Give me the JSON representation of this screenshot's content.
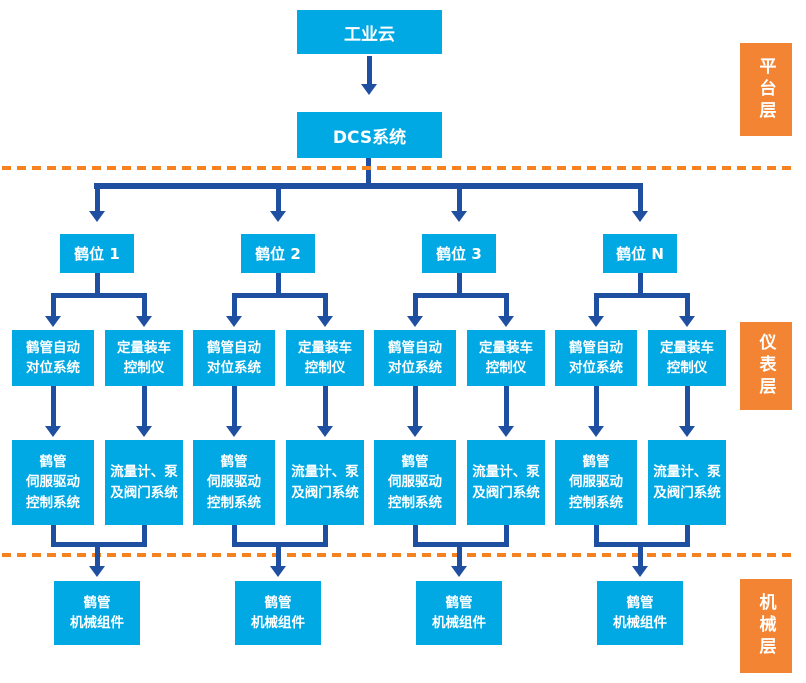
{
  "palette": {
    "box_cyan": "#00a9e4",
    "connector_blue": "#1f4fa0",
    "layer_label_orange": "#f28433",
    "dashed_line_orange": "#f5821f",
    "text_white": "#ffffff"
  },
  "top": {
    "cloud": "工业云",
    "dcs": "DCS系统"
  },
  "layers": [
    {
      "label": "平台层"
    },
    {
      "label": "仪表层"
    },
    {
      "label": "机械层"
    }
  ],
  "columns": [
    {
      "station": "鹤位 1",
      "left_top": "鹤管自动\n对位系统",
      "right_top": "定量装车\n控制仪",
      "left_mid": "鹤管\n伺服驱动\n控制系统",
      "right_mid": "流量计、泵\n及阀门系统",
      "bottom": "鹤管\n机械组件"
    },
    {
      "station": "鹤位 2",
      "left_top": "鹤管自动\n对位系统",
      "right_top": "定量装车\n控制仪",
      "left_mid": "鹤管\n伺服驱动\n控制系统",
      "right_mid": "流量计、泵\n及阀门系统",
      "bottom": "鹤管\n机械组件"
    },
    {
      "station": "鹤位 3",
      "left_top": "鹤管自动\n对位系统",
      "right_top": "定量装车\n控制仪",
      "left_mid": "鹤管\n伺服驱动\n控制系统",
      "right_mid": "流量计、泵\n及阀门系统",
      "bottom": "鹤管\n机械组件"
    },
    {
      "station": "鹤位 N",
      "left_top": "鹤管自动\n对位系统",
      "right_top": "定量装车\n控制仪",
      "left_mid": "鹤管\n伺服驱动\n控制系统",
      "right_mid": "流量计、泵\n及阀门系统",
      "bottom": "鹤管\n机械组件"
    }
  ]
}
